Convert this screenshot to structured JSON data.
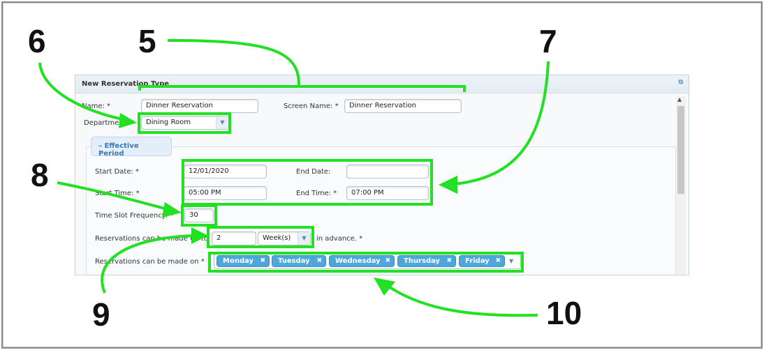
{
  "window": {
    "title": "New Reservation Type"
  },
  "form": {
    "name_label": "Name:  *",
    "name_value": "Dinner Reservation",
    "screen_name_label": "Screen Name:  *",
    "screen_name_value": "Dinner Reservation",
    "department_label": "Department:  *",
    "department_value": "Dining Room",
    "effective_period": "– Effective Period",
    "start_date_label": "Start Date:  *",
    "start_date_value": "12/01/2020",
    "end_date_label": "End Date:",
    "end_date_value": "",
    "start_time_label": "Start Time:  *",
    "start_time_value": "05:00 PM",
    "end_time_label": "End Time:  *",
    "end_time_value": "07:00 PM",
    "slot_label": "Time Slot Frequency:  *",
    "slot_value": "30",
    "advance_label": "Reservations can be made up to",
    "advance_value": "2",
    "advance_unit": "Week(s)",
    "advance_suffix": "in advance.  *",
    "days_label": "Reservations can be made on  *",
    "days": [
      "Monday",
      "Tuesday",
      "Wednesday",
      "Thursday",
      "Friday"
    ]
  },
  "annotations": [
    "5",
    "6",
    "7",
    "8",
    "9",
    "10"
  ],
  "colors": {
    "annotation": "#22e022",
    "tag": "#4ea7db"
  }
}
